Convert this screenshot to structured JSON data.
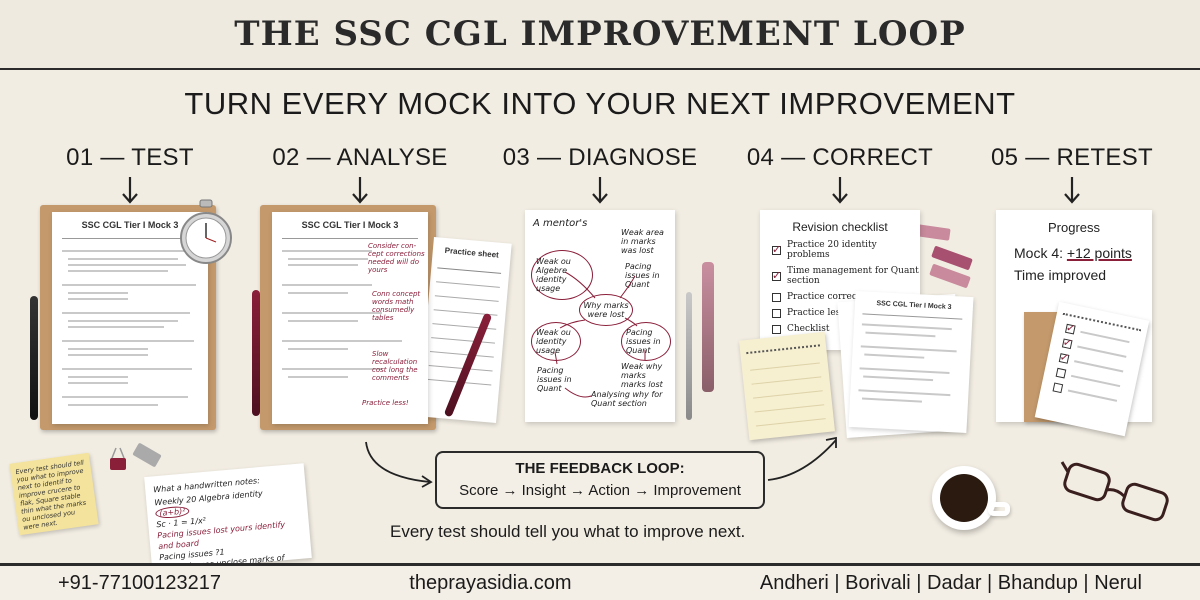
{
  "header": {
    "title": "THE SSC CGL IMPROVEMENT LOOP"
  },
  "subtitle": "TURN EVERY MOCK INTO YOUR NEXT IMPROVEMENT",
  "steps": [
    {
      "label": "01 — TEST"
    },
    {
      "label": "02 — ANALYSE"
    },
    {
      "label": "03 — DIAGNOSE"
    },
    {
      "label": "04 — CORRECT"
    },
    {
      "label": "05 — RETEST"
    }
  ],
  "test_sheet": {
    "title": "SSC CGL Tier I Mock 3"
  },
  "analyse_sheet": {
    "title": "SSC CGL Tier I Mock 3",
    "note_1": "Consider con-cept corrections needed will do yours",
    "note_2": "Conn concept words math consumedly tables",
    "note_3": "Slow recalculation cost long the comments",
    "note_4": "Practice less!",
    "practice_title": "Practice sheet"
  },
  "diagnose_sheet": {
    "heading": "A mentor's",
    "center": "Why marks were lost",
    "nodes": [
      "Weak area in marks was lost",
      "Weak ou Algebre identity usage",
      "Pacing issues in Quant",
      "Weak ou identity usage",
      "Pacing issues in Quant",
      "Weak why marks marks lost",
      "Pacing issues in Quant",
      "Analysing why for Quant section"
    ]
  },
  "correct_sheet": {
    "title": "Revision checklist",
    "items": [
      {
        "label": "Practice 20 identity problems",
        "checked": true
      },
      {
        "label": "Time management for Quant section",
        "checked": true
      },
      {
        "label": "Practice corrections",
        "checked": false
      },
      {
        "label": "Practice lest",
        "checked": false
      },
      {
        "label": "Checklist",
        "checked": false
      }
    ],
    "stack_title": "SSC CGL Tier I Mock 3"
  },
  "retest_sheet": {
    "title": "Progress",
    "mock_prefix": "Mock 4: ",
    "mock_highlight": "+12 points",
    "improvement": "Time improved"
  },
  "feedback": {
    "title": "THE FEEDBACK LOOP:",
    "flow": "Score → Insight → Action → Improvement"
  },
  "tagline": "Every test should tell you what to improve next.",
  "sticky_note": "Every test should tell you what to improve next to identif to improve crucere to flak, Square stable thin what the marks ou unclosed you were next.",
  "notes_card": {
    "title": "What a handwritten notes:",
    "line_1": "Weekly 20 Algebra identity",
    "circle": "(a+b)²",
    "line_2": "Sc · 1 = 1/x²",
    "line_3": "Pacing issues lost yours identify and board",
    "line_4": "Pacing issues ?1",
    "line_5": "Pacing issues unclose marks of tension"
  },
  "footer": {
    "phone": "+91-77100123217",
    "website": "theprayasidia.com",
    "locations": "Andheri | Borivali | Dadar | Bhandup | Nerul"
  },
  "colors": {
    "background": "#f2ede3",
    "accent": "#8a1f3a",
    "text": "#1b1b1b"
  }
}
